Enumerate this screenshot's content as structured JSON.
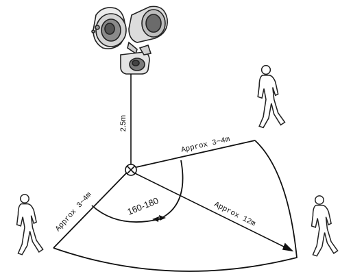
{
  "diagram": {
    "labels": {
      "height": "2.5m",
      "range_right_top": "Approx 3~4m",
      "range_left": "Approx 3~4m",
      "range_far": "Approx 12m",
      "angle": "160-180"
    }
  },
  "icons": [
    "floodlight-fixture-icon",
    "motion-sensor-icon",
    "walking-person-icon"
  ],
  "colors": {
    "line": "#111111",
    "fixture_fill": "#d8d8d8",
    "lens": "#6b6b6b",
    "person_outline": "#222222"
  }
}
